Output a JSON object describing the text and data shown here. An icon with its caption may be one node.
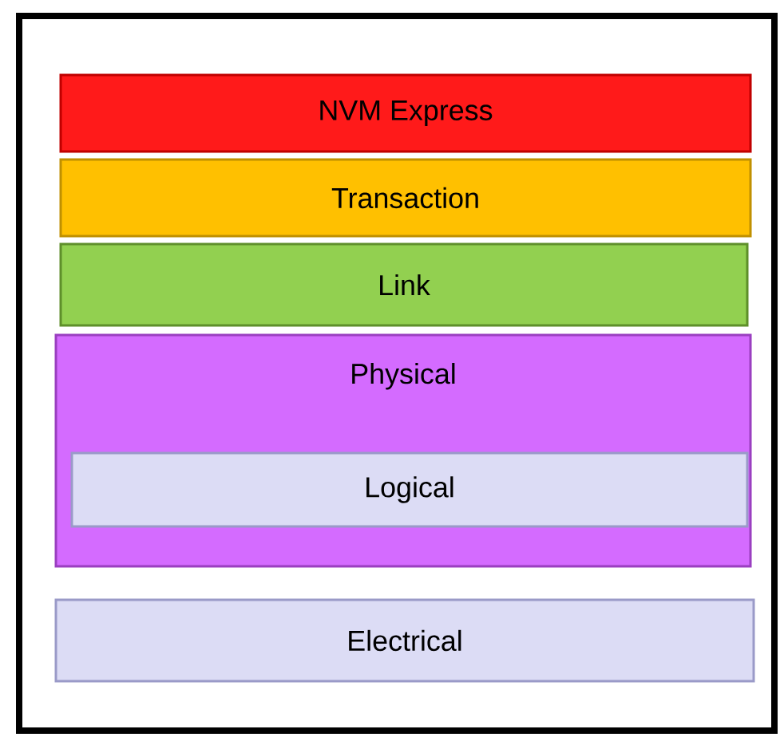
{
  "diagram": {
    "nodes": [
      {
        "text": [
          "NVM Express"
        ]
      },
      {
        "text": [
          "Transaction"
        ]
      },
      {
        "text": [
          "Link"
        ]
      },
      {
        "text": [
          "Physical"
        ]
      },
      {
        "text": [
          "Logical"
        ],
        "in": 3
      },
      {
        "text": [
          "Electrical"
        ]
      }
    ]
  }
}
